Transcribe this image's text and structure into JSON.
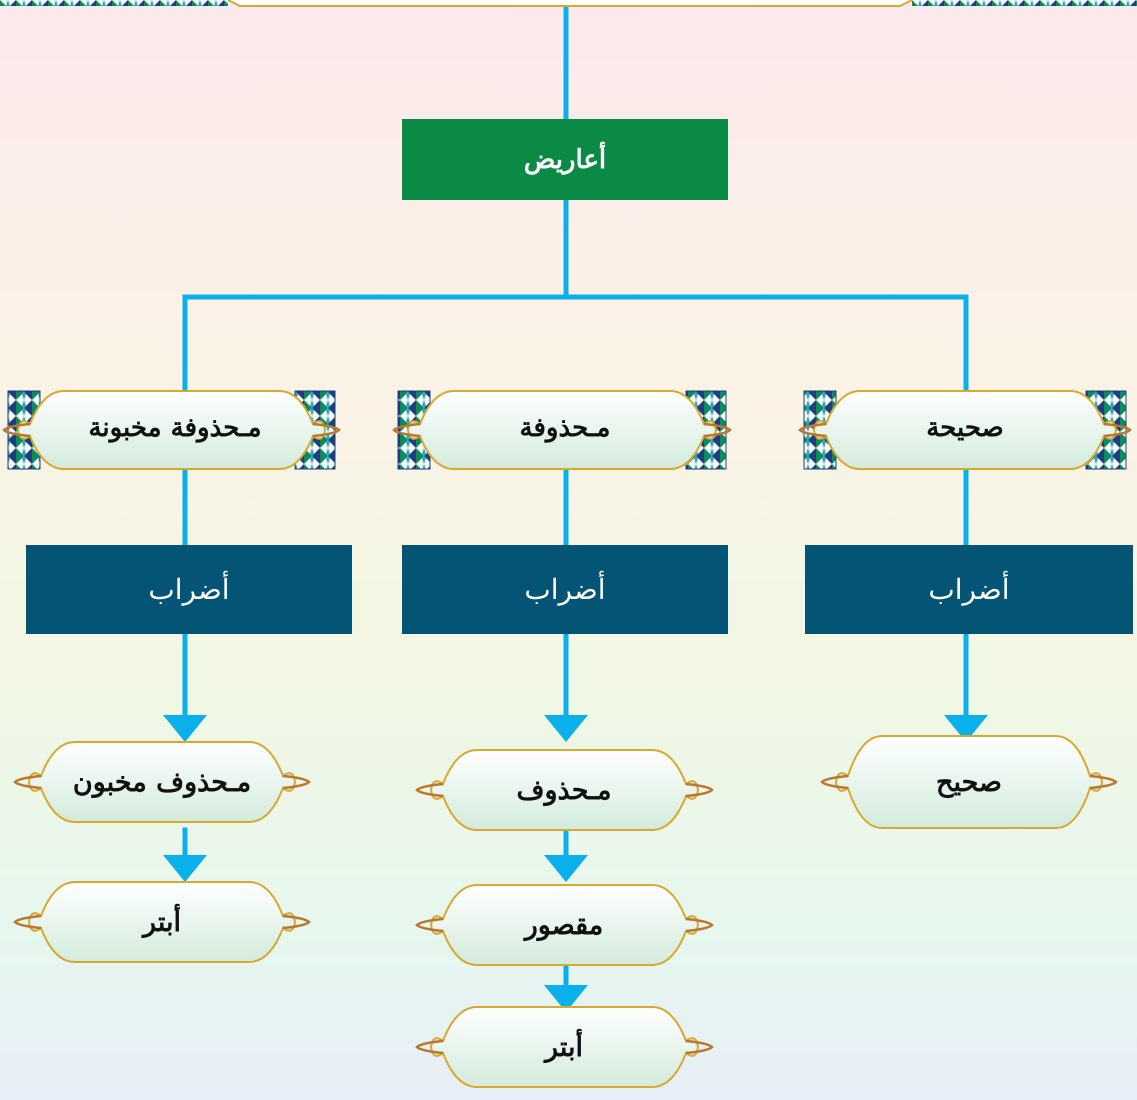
{
  "colors": {
    "connector": "#0ab0ea",
    "root_box": "#0a8a44",
    "dharb_box": "#045476",
    "scroll_fill_top": "#ffffff",
    "scroll_fill_bottom": "#d3ebdc",
    "scroll_border": "#d9a830",
    "scroll_curl": "#b9772f",
    "ornament_green": "#0c8a5a",
    "ornament_navy": "#1b3f7a"
  },
  "diagram": {
    "root": {
      "label": "أعاريض"
    },
    "branches": [
      {
        "label": "صحيحة",
        "sub_label": "أضراب",
        "items": [
          "صحيح"
        ]
      },
      {
        "label": "مـحذوفة",
        "sub_label": "أضراب",
        "items": [
          "مـحذوف",
          "مقصور",
          "أبتر"
        ]
      },
      {
        "label": "مـحذوفة مخبونة",
        "sub_label": "أضراب",
        "items": [
          "مـحذوف مخبون",
          "أبتر"
        ]
      }
    ]
  }
}
